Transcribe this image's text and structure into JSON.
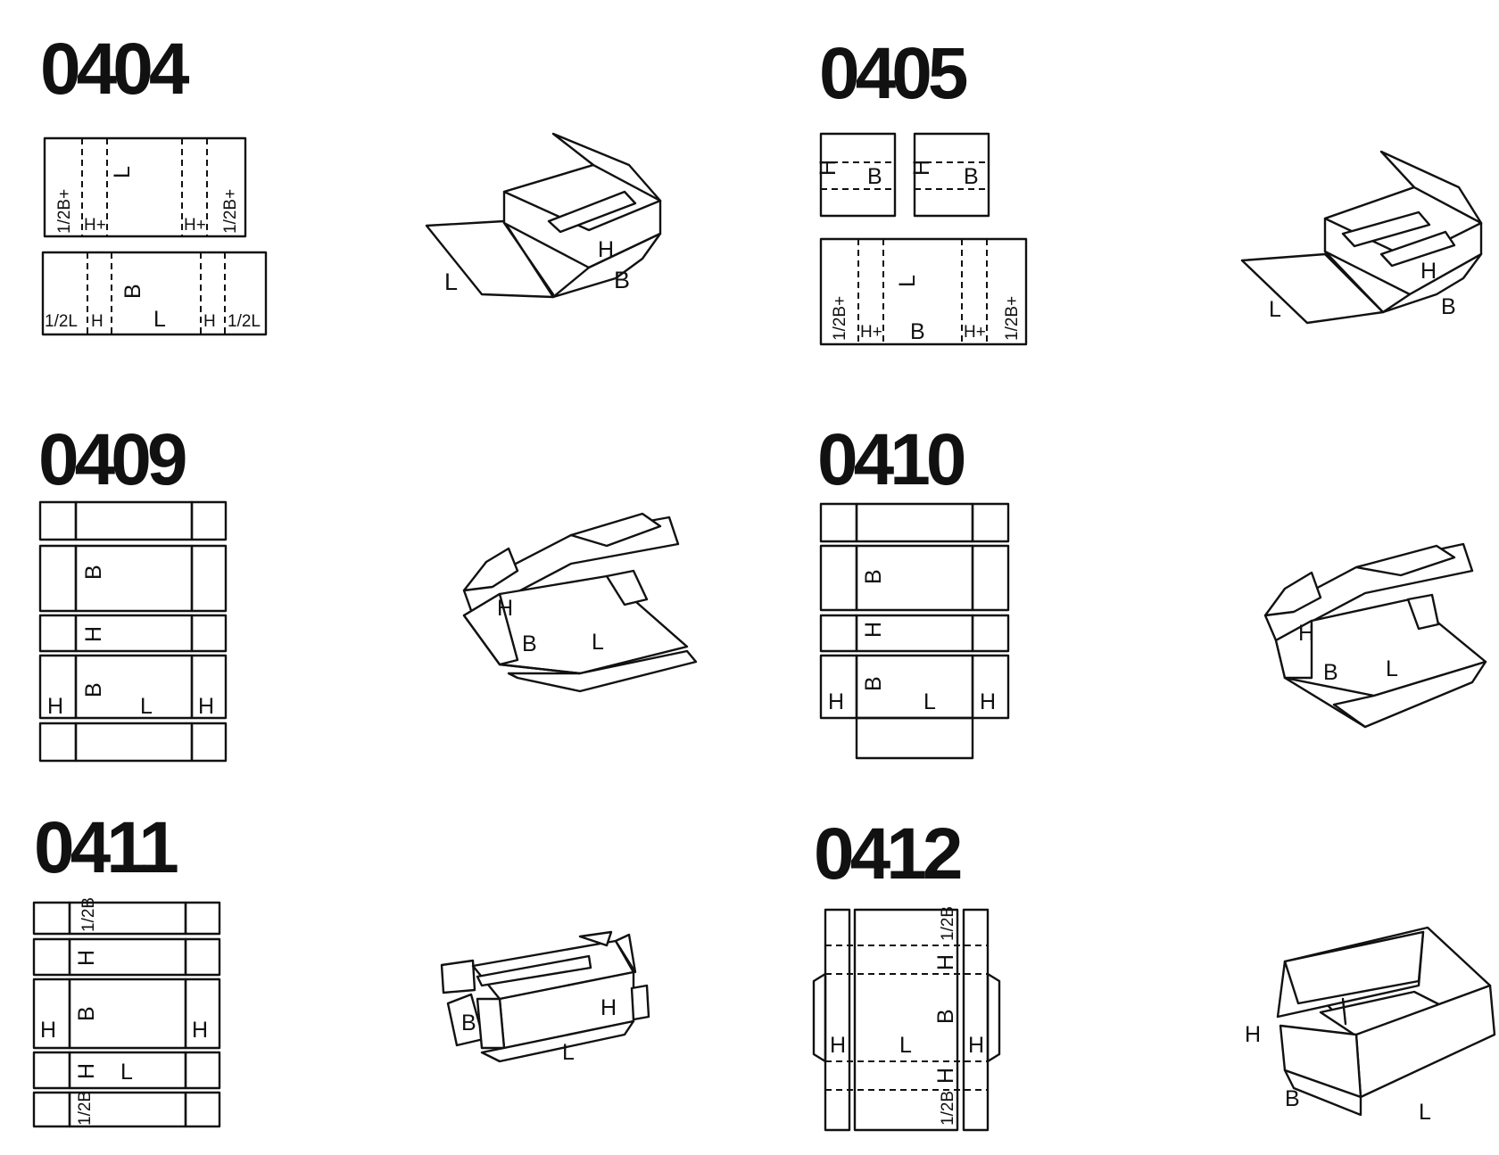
{
  "styles": [
    {
      "code": "0404"
    },
    {
      "code": "0405"
    },
    {
      "code": "0409"
    },
    {
      "code": "0410"
    },
    {
      "code": "0411"
    },
    {
      "code": "0412"
    }
  ],
  "labels": {
    "L": "L",
    "B": "B",
    "H": "H",
    "H_plus": "H+",
    "half_B_plus": "1/2B+",
    "half_L": "1/2L",
    "half_B": "1/2B"
  }
}
